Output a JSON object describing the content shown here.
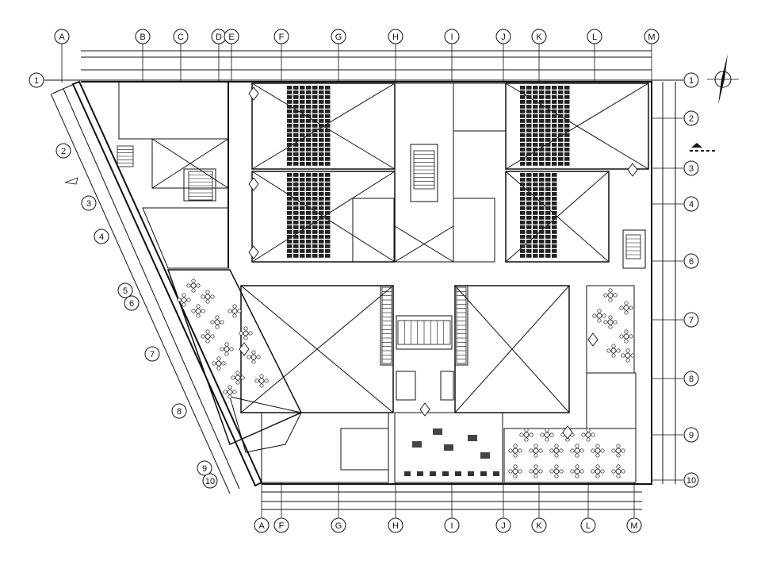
{
  "drawing": {
    "background": "#ffffff",
    "line_color": "#111111",
    "grid_letters_top": [
      "A",
      "B",
      "C",
      "D",
      "E",
      "F",
      "G",
      "H",
      "I",
      "J",
      "K",
      "L",
      "M"
    ],
    "grid_letters_bottom": [
      "A",
      "F",
      "G",
      "H",
      "I",
      "J",
      "K",
      "L",
      "M"
    ],
    "grid_numbers_right": [
      "1",
      "2",
      "3",
      "4",
      "6",
      "7",
      "8",
      "9",
      "10"
    ],
    "grid_numbers_left": [
      "1",
      "2",
      "3",
      "4",
      "5",
      "6",
      "7",
      "8",
      "9",
      "10"
    ],
    "north_arrow": "north-arrow-icon",
    "section_marker": "section-arrow-icon"
  }
}
